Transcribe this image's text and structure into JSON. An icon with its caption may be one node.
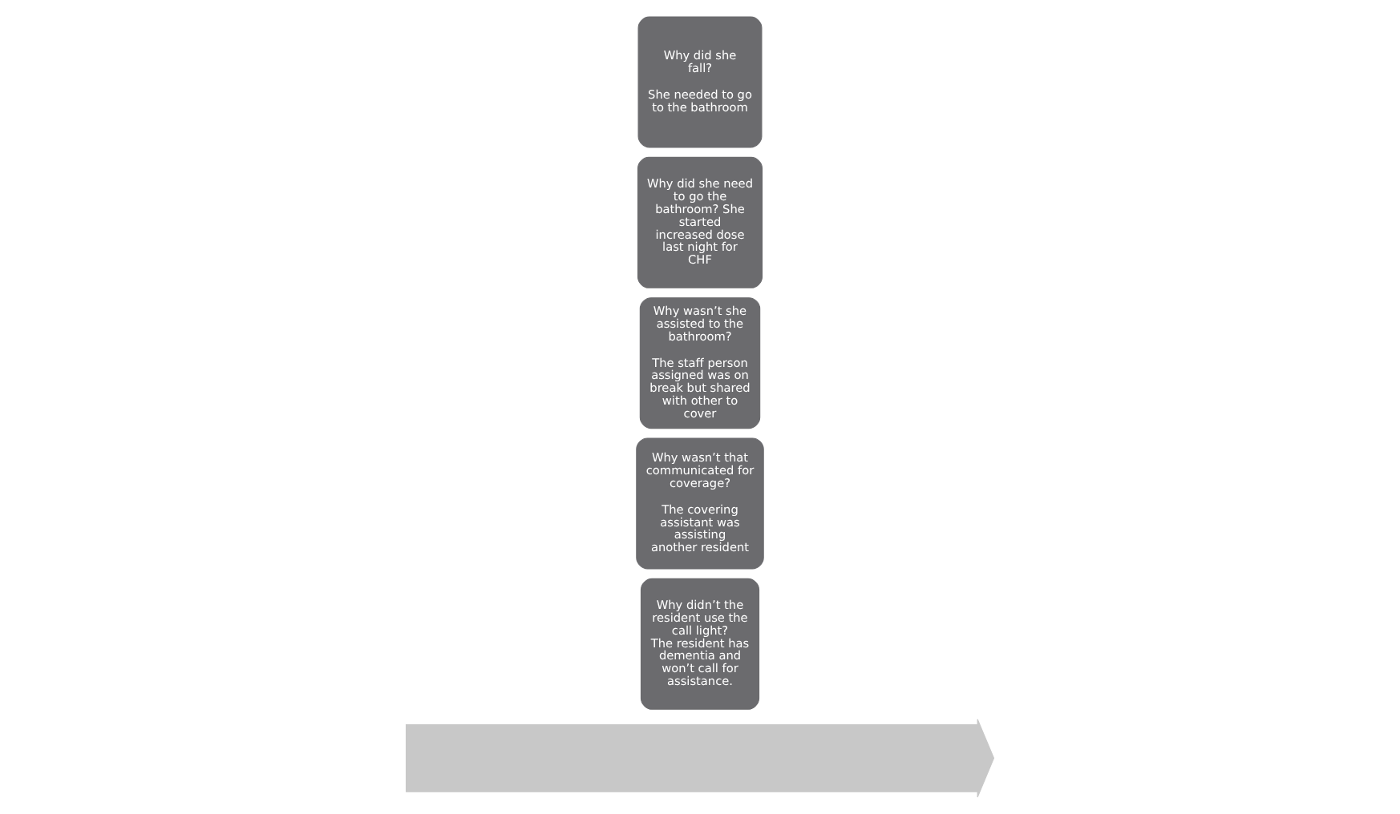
{
  "diagram": {
    "nodes": [
      {
        "text": [],
        "shape": "arrow"
      },
      {
        "text": [
          "Why did she fall?",
          "She needed to go to the bathroom"
        ]
      },
      {
        "text": [
          "Why did she need to go the bathroom? She started increased dose last night for CHF"
        ]
      },
      {
        "text": [
          "Why wasn’t she assisted to the bathroom?",
          "The staff person assigned was on break but shared with other to cover"
        ]
      },
      {
        "text": [
          "Why wasn’t that communicated for coverage?",
          "The covering assistant was assisting another resident"
        ]
      },
      {
        "text": [
          "Why didn’t the resident use the call light?   The resident has dementia and won’t call for assistance."
        ]
      }
    ],
    "edges": []
  }
}
